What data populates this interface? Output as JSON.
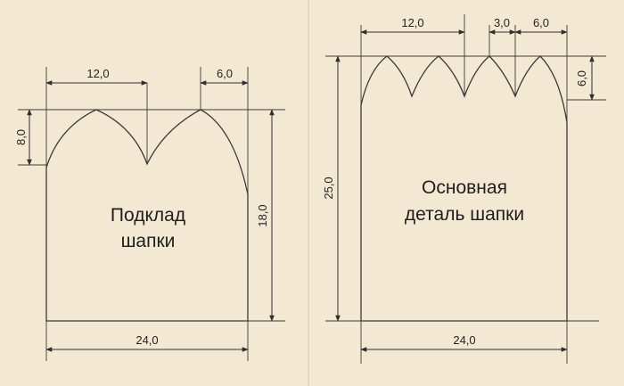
{
  "left_piece": {
    "label_lines": [
      "Подклад",
      "шапки"
    ],
    "dims": {
      "top_width": "12,0",
      "side_width": "6,0",
      "arc_height": "8,0",
      "right_height": "18,0",
      "bottom_width": "24,0"
    }
  },
  "right_piece": {
    "label_lines": [
      "Основная",
      "деталь шапки"
    ],
    "dims": {
      "top_width": "12,0",
      "gap_width": "3,0",
      "side_width": "6,0",
      "arc_height": "6,0",
      "left_height": "25,0",
      "bottom_width": "24,0"
    }
  },
  "colors": {
    "paper": "#f3e9d3",
    "ink": "#2f2f2f"
  }
}
